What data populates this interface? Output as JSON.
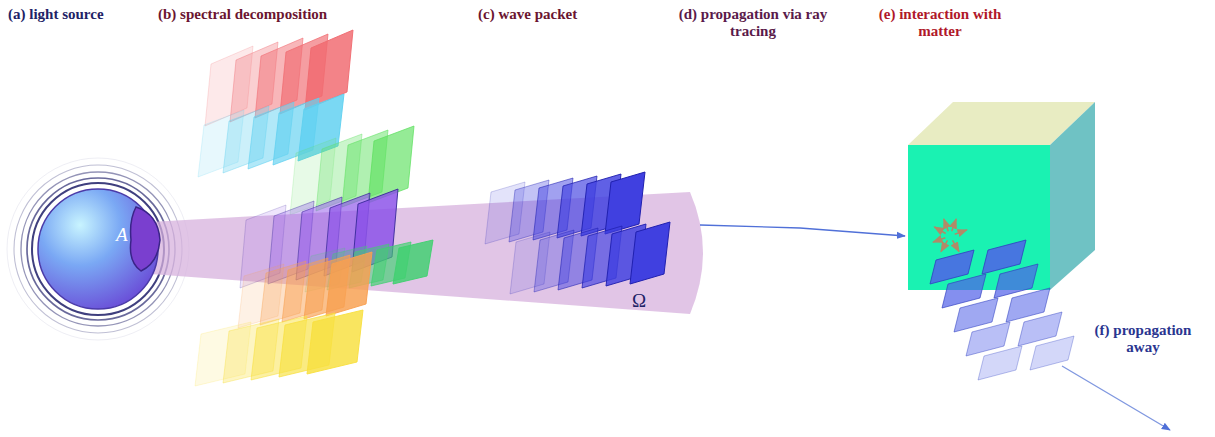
{
  "diagram": {
    "labels": [
      "(a) light source",
      "(b) spectral decomposition",
      "(c) wave packet",
      "(d) propagation via ray tracing",
      "(e) interaction with matter",
      "(f) propagation away",
      "A",
      "Ω"
    ]
  }
}
